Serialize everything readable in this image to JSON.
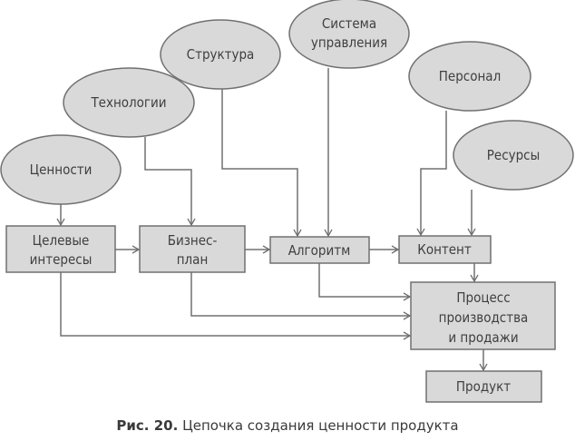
{
  "colors": {
    "fill": "#d9d9d9",
    "stroke": "#707070",
    "text": "#3f3f3f"
  },
  "ellipses": {
    "values": "Ценности",
    "technologies": "Технологии",
    "structure": "Структура",
    "management_1": "Система",
    "management_2": "управления",
    "personnel": "Персонал",
    "resources": "Ресурсы"
  },
  "boxes": {
    "target_1": "Целевые",
    "target_2": "интересы",
    "business_1": "Бизнес-",
    "business_2": "план",
    "algorithm": "Алгоритм",
    "content": "Контент",
    "process_1": "Процесс",
    "process_2": "производства",
    "process_3": "и продажи",
    "product": "Продукт"
  },
  "caption": {
    "label": "Рис. 20.",
    "text": " Цепочка создания ценности продукта"
  }
}
